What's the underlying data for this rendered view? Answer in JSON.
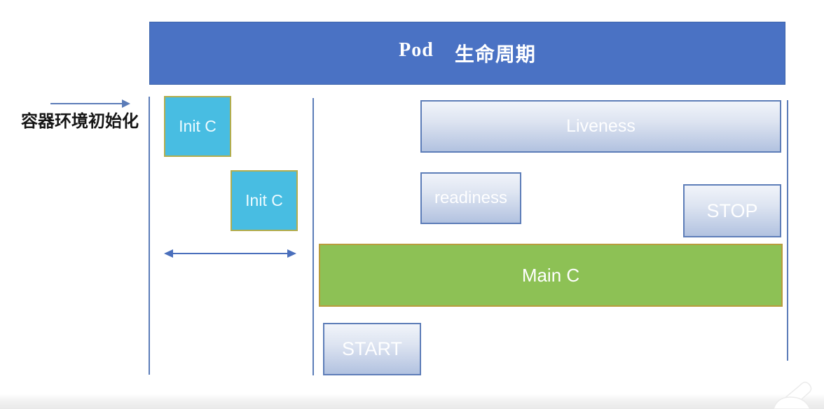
{
  "header": {
    "title_en": "Pod",
    "title_cjk": "生命周期"
  },
  "left_section": {
    "label": "容器环境初始化"
  },
  "init_containers": [
    {
      "label": "Init C"
    },
    {
      "label": "Init C"
    }
  ],
  "probes": {
    "liveness": "Liveness",
    "readiness": "readiness"
  },
  "lifecycle": {
    "main": "Main C",
    "start": "START",
    "stop": "STOP"
  },
  "colors": {
    "header_blue": "#4a72c4",
    "guide_line_blue": "#5b7cb8",
    "arrow_blue": "#4a6fbc",
    "init_cyan": "#48bde2",
    "init_border_olive": "#b2ad4e",
    "probe_gradient_top": "#f1f4fa",
    "probe_gradient_bottom": "#b2c2e0",
    "probe_border_blue": "#5d7db8",
    "main_green": "#8dc155",
    "main_border_gold": "#b89c3c",
    "text_white": "#ffffff",
    "label_black": "#161616"
  }
}
